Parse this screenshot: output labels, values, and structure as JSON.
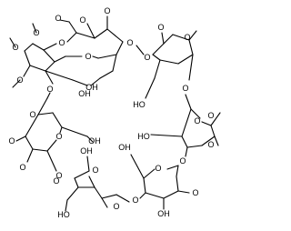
{
  "molecule": {
    "atom_labels": {
      "oxygen": "O",
      "hydroxyl": "OH",
      "hydroxyl_left": "HO"
    }
  },
  "colors": {
    "background": "#ffffff",
    "bond": "#000000",
    "text": "#000000"
  }
}
